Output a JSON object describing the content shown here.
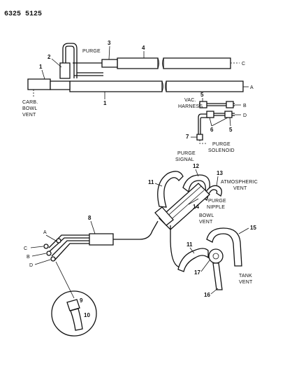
{
  "header": {
    "part_number": "6325 5125"
  },
  "labels": {
    "purge": "PURGE",
    "carb_bowl_vent": [
      "CARB.",
      "BOWL",
      "VENT"
    ],
    "vac_harness": [
      "VAC.",
      "HARNESS"
    ],
    "purge_solenoid": [
      "PURGE",
      "SOLENOID"
    ],
    "purge_signal": [
      "PURGE",
      "SIGNAL"
    ],
    "atmospheric_vent": [
      "ATMOSPHERIC",
      "VENT"
    ],
    "purge_nipple": [
      "PURGE",
      "NIPPLE"
    ],
    "bowl_vent": [
      "BOWL",
      "VENT"
    ],
    "tank_vent": [
      "TANK",
      "VENT"
    ]
  },
  "letters": {
    "a": "A",
    "b": "B",
    "c": "C",
    "d": "D"
  },
  "callouts": [
    "1",
    "2",
    "3",
    "4",
    "5",
    "6",
    "7",
    "8",
    "9",
    "10",
    "11",
    "12",
    "13",
    "14",
    "15",
    "16",
    "17"
  ]
}
